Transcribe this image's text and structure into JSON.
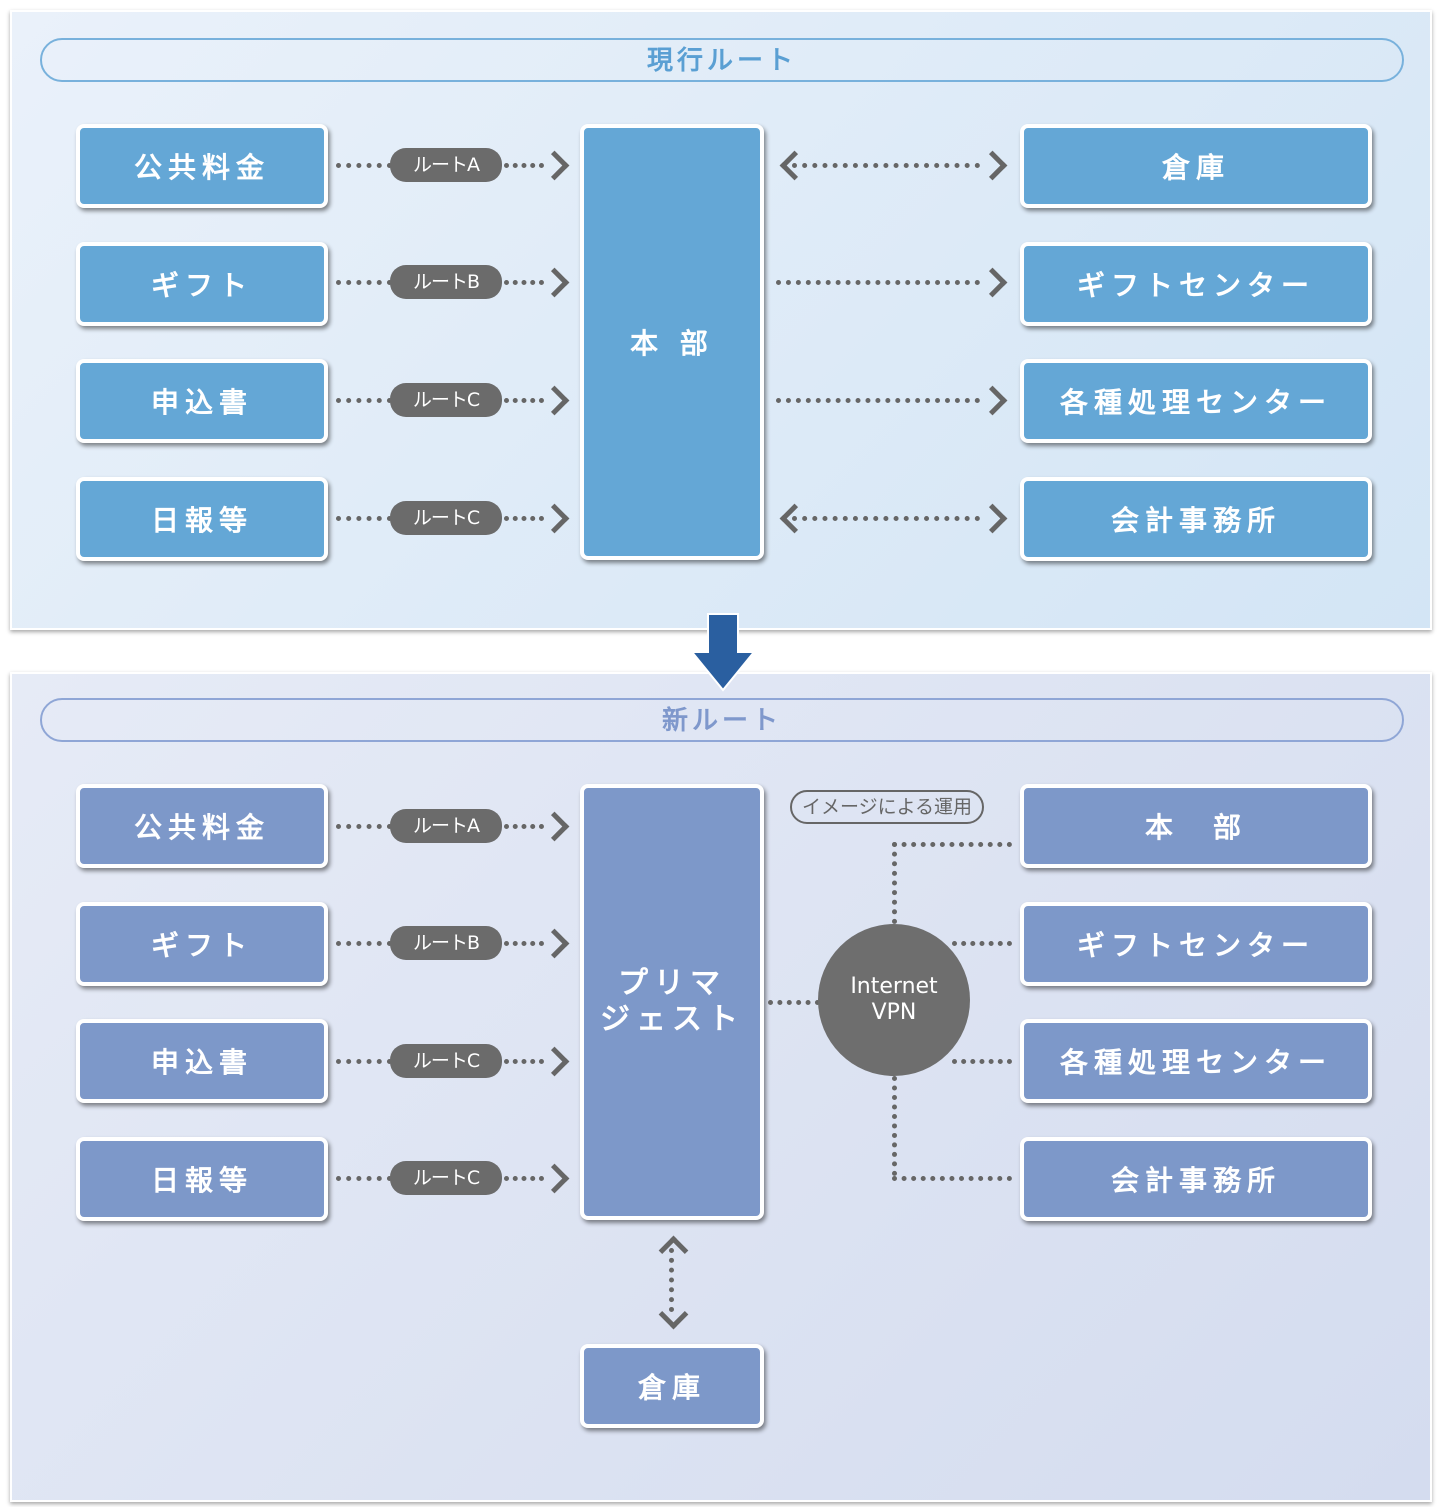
{
  "current_route": {
    "title": "現行ルート",
    "sources": [
      {
        "label": "公共料金",
        "route": "ルートA"
      },
      {
        "label": "ギフト",
        "route": "ルートB"
      },
      {
        "label": "申込書",
        "route": "ルートC"
      },
      {
        "label": "日報等",
        "route": "ルートC"
      }
    ],
    "hub": "本 部",
    "destinations": [
      {
        "label": "倉庫",
        "bidirectional": true
      },
      {
        "label": "ギフトセンター",
        "bidirectional": false
      },
      {
        "label": "各種処理センター",
        "bidirectional": false
      },
      {
        "label": "会計事務所",
        "bidirectional": true
      }
    ]
  },
  "transition_arrow": {
    "icon": "down-arrow-icon",
    "color": "#2a5fa0"
  },
  "new_route": {
    "title": "新ルート",
    "sources": [
      {
        "label": "公共料金",
        "route": "ルートA"
      },
      {
        "label": "ギフト",
        "route": "ルートB"
      },
      {
        "label": "申込書",
        "route": "ルートC"
      },
      {
        "label": "日報等",
        "route": "ルートC"
      }
    ],
    "hub_line1": "プリマ",
    "hub_line2": "ジェスト",
    "network_line1": "Internet",
    "network_line2": "VPN",
    "note": "イメージによる運用",
    "destinations": [
      {
        "label": "本　部"
      },
      {
        "label": "ギフトセンター"
      },
      {
        "label": "各種処理センター"
      },
      {
        "label": "会計事務所"
      }
    ],
    "warehouse": "倉庫"
  },
  "colors": {
    "current_node": "#64a7d6",
    "new_node": "#7d98c9",
    "route_pill": "#6b6b6b",
    "connector": "#666666"
  }
}
